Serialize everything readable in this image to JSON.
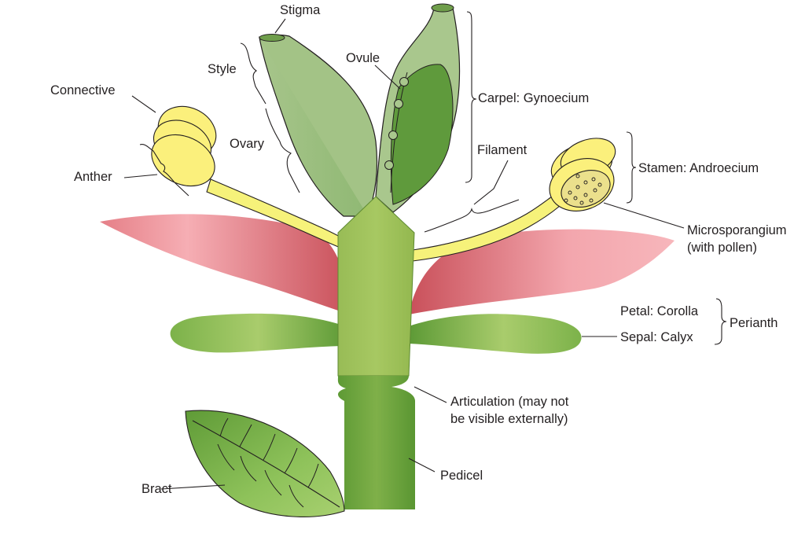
{
  "labels": {
    "stigma": "Stigma",
    "style": "Style",
    "ovule": "Ovule",
    "carpel": "Carpel: Gynoecium",
    "connective": "Connective",
    "ovary": "Ovary",
    "filament": "Filament",
    "stamen": "Stamen: Androecium",
    "anther": "Anther",
    "microsporangium_1": "Microsporangium",
    "microsporangium_2": "(with pollen)",
    "petal": "Petal: Corolla",
    "perianth": "Perianth",
    "sepal": "Sepal: Calyx",
    "articulation_1": "Articulation (may not",
    "articulation_2": "be visible externally)",
    "pedicel": "Pedicel",
    "bract": "Bract"
  },
  "colors": {
    "receptacle": "#9dc05a",
    "receptacle_dark": "#6fa03a",
    "carpel_light": "#a9c78d",
    "ovary_dark": "#5f9a3c",
    "stamen_yellow": "#f6f27a",
    "anther_yellow": "#fbf07c",
    "petal_pink": "#f3a7ae",
    "petal_dark": "#cd5a62",
    "sepal_green": "#7cb24a",
    "bract_green": "#8cbf50"
  }
}
